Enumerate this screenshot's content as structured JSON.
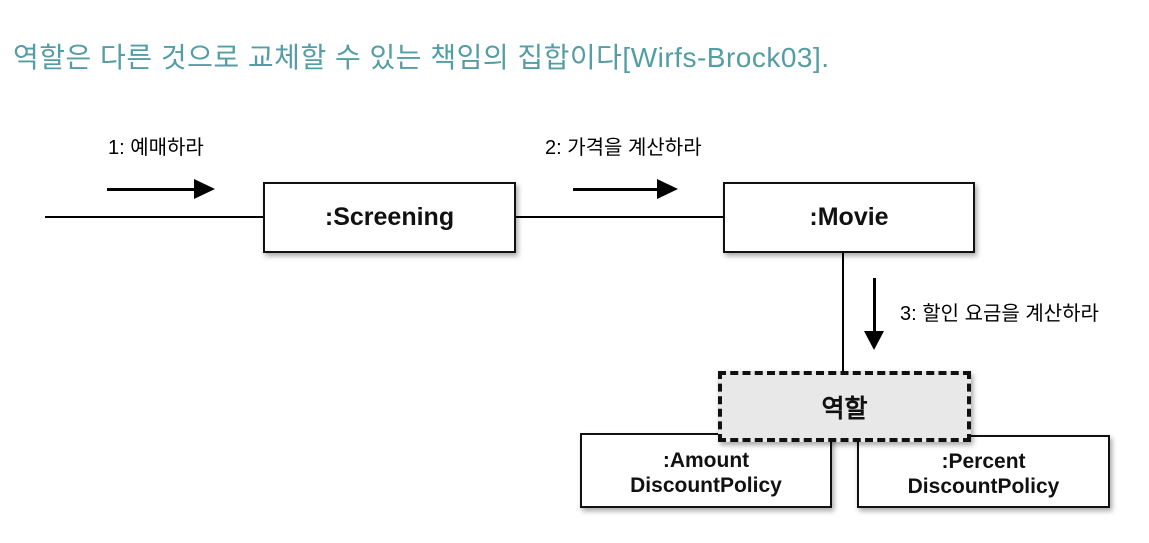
{
  "title": {
    "text": "역할은 다른 것으로 교체할 수 있는 책임의 집합이다[Wirfs-Brock03]."
  },
  "nodes": {
    "screening": {
      "label": ":Screening"
    },
    "movie": {
      "label": ":Movie"
    },
    "role": {
      "label": "역할"
    },
    "amount": {
      "line1": ":Amount",
      "line2": "DiscountPolicy"
    },
    "percent": {
      "line1": ":Percent",
      "line2": "DiscountPolicy"
    }
  },
  "messages": {
    "msg1": {
      "label": "1: 예매하라"
    },
    "msg2": {
      "label": "2: 가격을 계산하라"
    },
    "msg3": {
      "label": "3: 할인 요금을 계산하라"
    }
  },
  "colors": {
    "title_text": "#539da4",
    "role_fill": "#e8e8e8",
    "line": "#000000",
    "background": "#ffffff"
  }
}
